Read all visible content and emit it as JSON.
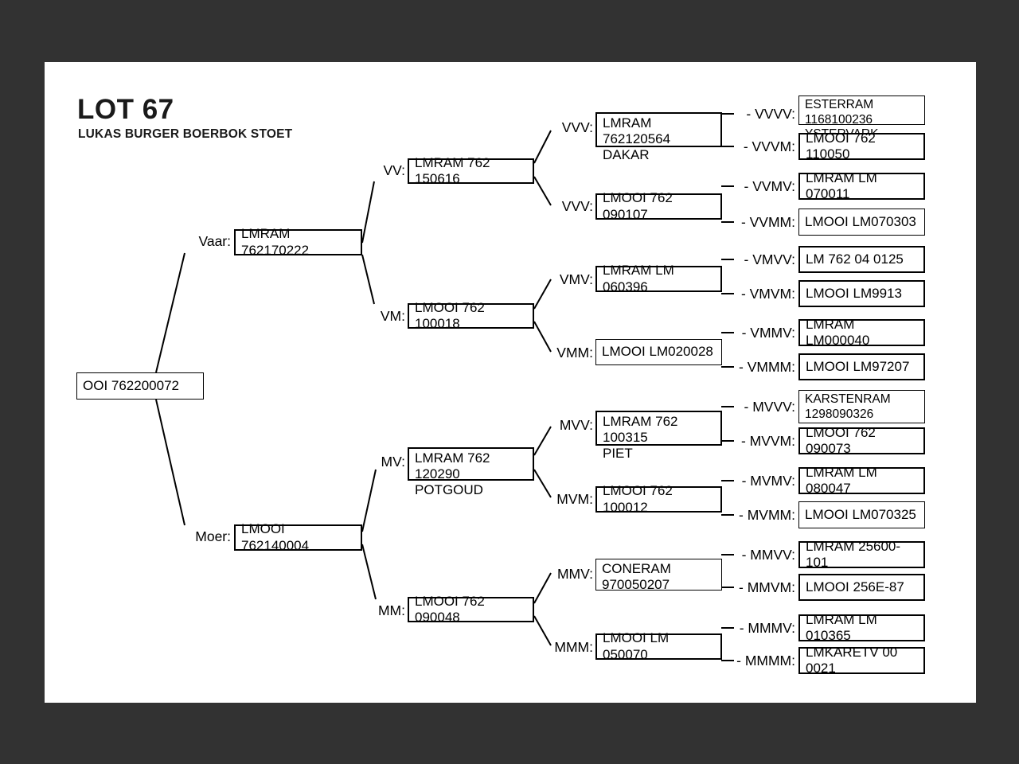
{
  "document": {
    "title": "LOT 67",
    "subtitle": "LUKAS BURGER BOERBOK STOET"
  },
  "pedigree": {
    "root": {
      "label": "",
      "value": "OOI 762200072"
    },
    "generation1": [
      {
        "label": "Vaar:",
        "value": "LMRAM 762170222"
      },
      {
        "label": "Moer:",
        "value": "LMOOI 762140004"
      }
    ],
    "generation2": [
      {
        "label": "VV:",
        "value": "LMRAM 762 150616"
      },
      {
        "label": "VM:",
        "value": "LMOOI 762 100018"
      },
      {
        "label": "MV:",
        "value": "LMRAM 762 120290\nPOTGOUD"
      },
      {
        "label": "MM:",
        "value": "LMOOI 762 090048"
      }
    ],
    "generation3": [
      {
        "label": "VVV:",
        "value": "LMRAM 762120564\nDAKAR"
      },
      {
        "label": "VVV:",
        "value": "LMOOI 762 090107"
      },
      {
        "label": "VMV:",
        "value": "LMRAM LM 060396"
      },
      {
        "label": "VMM:",
        "value": "LMOOI LM020028"
      },
      {
        "label": "MVV:",
        "value": "LMRAM 762 100315\nPIET"
      },
      {
        "label": "MVM:",
        "value": "LMOOI 762 100012"
      },
      {
        "label": "MMV:",
        "value": "CONERAM\n970050207"
      },
      {
        "label": "MMM:",
        "value": "LMOOI LM 050070"
      }
    ],
    "generation4": [
      {
        "label": "- VVVV:",
        "value": "ESTERRAM 1168100236\nYSTERVARK"
      },
      {
        "label": "- VVVM:",
        "value": "LMOOI 762 110050"
      },
      {
        "label": "- VVMV:",
        "value": "LMRAM LM 070011"
      },
      {
        "label": "- VVMM:",
        "value": "LMOOI LM070303"
      },
      {
        "label": "- VMVV:",
        "value": "LM 762 04 0125"
      },
      {
        "label": "- VMVM:",
        "value": "LMOOI LM9913"
      },
      {
        "label": "- VMMV:",
        "value": "LMRAM LM000040"
      },
      {
        "label": "- VMMM:",
        "value": "LMOOI LM97207"
      },
      {
        "label": "- MVVV:",
        "value": "KARSTENRAM\n1298090326"
      },
      {
        "label": "- MVVM:",
        "value": "LMOOI 762 090073"
      },
      {
        "label": "- MVMV:",
        "value": "LMRAM LM 080047"
      },
      {
        "label": "- MVMM:",
        "value": "LMOOI LM070325"
      },
      {
        "label": "- MMVV:",
        "value": "LMRAM 25600-101"
      },
      {
        "label": "- MMVM:",
        "value": "LMOOI 256E-87"
      },
      {
        "label": "- MMMV:",
        "value": "LMRAM LM 010365"
      },
      {
        "label": "- MMMM:",
        "value": "LMKARETV 00 0021"
      }
    ]
  },
  "colors": {
    "backdrop": "#323232",
    "sheet": "#ffffff",
    "ink": "#000000"
  }
}
